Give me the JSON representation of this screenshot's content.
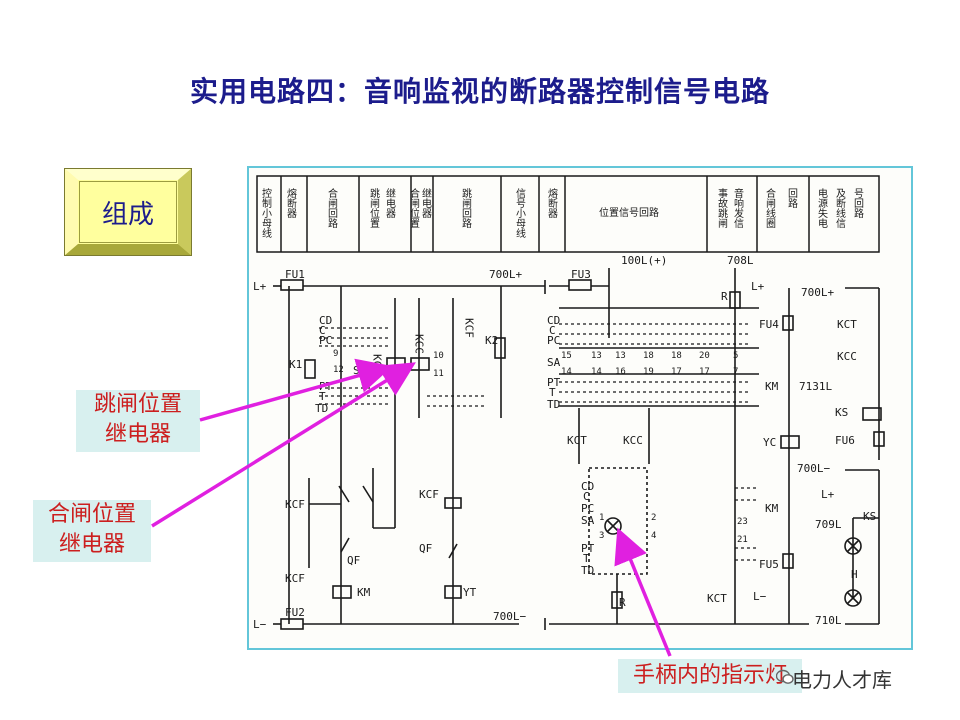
{
  "page": {
    "title": "实用电路四：音响监视的断路器控制信号电路",
    "section_button": "组成",
    "callouts": {
      "trip_relay": [
        "跳闸位置",
        "继电器"
      ],
      "close_relay": [
        "合闸位置",
        "继电器"
      ],
      "indicator": "手柄内的指示灯"
    },
    "brand": "电力人才库"
  },
  "diagram": {
    "header_columns": [
      "控制小母线",
      "熔断器",
      "合闸回路",
      "跳闸位置",
      "继电器",
      "合闸位置",
      "继电器",
      "跳闸回路",
      "信号小母线",
      "熔断器",
      "位置信号回路",
      "事故跳闸",
      "音响发信",
      "合闸线圈",
      "回路",
      "电源失电",
      "及断线信",
      "号回路"
    ],
    "labels": {
      "L_plus": "L+",
      "L_minus": "L−",
      "FU1": "FU1",
      "FU2": "FU2",
      "FU3": "FU3",
      "FU4": "FU4",
      "FU5": "FU5",
      "FU6": "FU6",
      "bus700p": "700L+",
      "bus700m": "700L−",
      "bus100": "100L(+)",
      "bus708": "708L",
      "bus7131": "7131L",
      "bus709": "709L",
      "bus710": "710L",
      "CD": "CD",
      "C": "C",
      "PC": "PC",
      "SA": "SA",
      "PT": "PT",
      "T": "T",
      "TD": "TD",
      "K1": "K1",
      "K2": "K2",
      "KCT": "KCT",
      "KCC": "KCC",
      "KCF": "KCF",
      "KM": "KM",
      "QF": "QF",
      "YT": "YT",
      "YC": "YC",
      "KS": "KS",
      "R": "R",
      "H": "H"
    },
    "contacts_left": [
      "9",
      "12",
      "10",
      "11"
    ],
    "contacts_mid": [
      "15",
      "13",
      "13",
      "18",
      "18",
      "20",
      "5",
      "14",
      "14",
      "16",
      "19",
      "17",
      "17",
      "7"
    ],
    "contacts_sa": [
      "1",
      "2",
      "3",
      "4",
      "23",
      "21"
    ]
  }
}
